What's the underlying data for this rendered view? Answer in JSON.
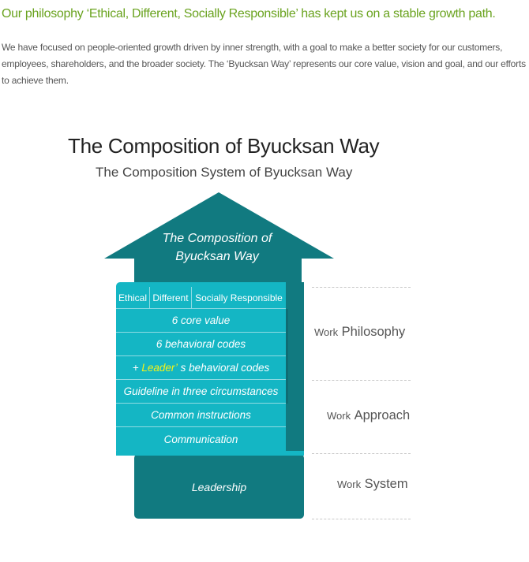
{
  "intro": {
    "headline": "Our philosophy ‘Ethical, Different, Socially Responsible’ has kept us on a stable growth path.",
    "paragraph": "We have focused on people-oriented growth driven by inner strength, with a goal to make a better society for our customers, employees, shareholders, and the broader society. The ‘Byucksan Way’ represents our core value, vision and goal, and our efforts to achieve them."
  },
  "diagram": {
    "title": "The Composition of Byucksan Way",
    "subtitle": "The Composition System of Byucksan Way",
    "arrow_label_line1": "The Composition of",
    "arrow_label_line2": "Byucksan Way",
    "philosophy_cells": [
      "Ethical",
      "Different",
      "Socially Responsible"
    ],
    "rows": {
      "core_value": "6 core value",
      "behavioral_codes": "6 behavioral codes",
      "leader_prefix": "+ ",
      "leader_word": "Leader’",
      "leader_suffix": " s behavioral codes",
      "guideline": "Guideline in three circumstances",
      "common_instructions": "Common instructions",
      "communication": "Communication"
    },
    "base_label": "Leadership",
    "colors": {
      "dark_teal": "#117a80",
      "cyan": "#14b6c4",
      "highlight": "#f2f21a",
      "headline_green": "#6aa31f"
    }
  },
  "work_labels": {
    "philosophy": {
      "small": "Work",
      "big": "Philosophy"
    },
    "approach": {
      "small": "Work",
      "big": "Approach"
    },
    "system": {
      "small": "Work",
      "big": "System"
    }
  }
}
